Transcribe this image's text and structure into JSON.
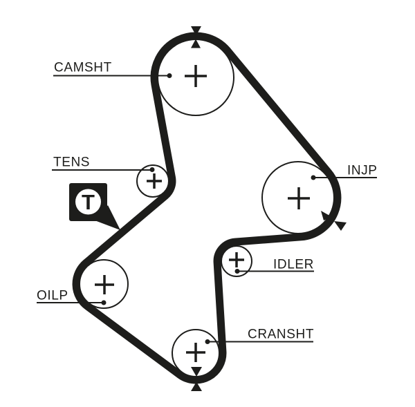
{
  "diagram": {
    "kind": "timing-belt-routing-diagram",
    "background_color": "#ffffff",
    "line_color": "#1d1d1b",
    "pulleys": [
      {
        "id": "camshaft",
        "label": "CAMSHT",
        "timing_marks": true
      },
      {
        "id": "tensioner",
        "label": "TENS",
        "timing_marks": false
      },
      {
        "id": "oil_pump",
        "label": "OILP",
        "timing_marks": false
      },
      {
        "id": "crankshaft",
        "label": "CRANSHT",
        "timing_marks": true
      },
      {
        "id": "idler",
        "label": "IDLER",
        "timing_marks": false
      },
      {
        "id": "injection_pump",
        "label": "INJP",
        "timing_marks": true
      }
    ],
    "tensioner_icon": {
      "letter": "T"
    }
  }
}
